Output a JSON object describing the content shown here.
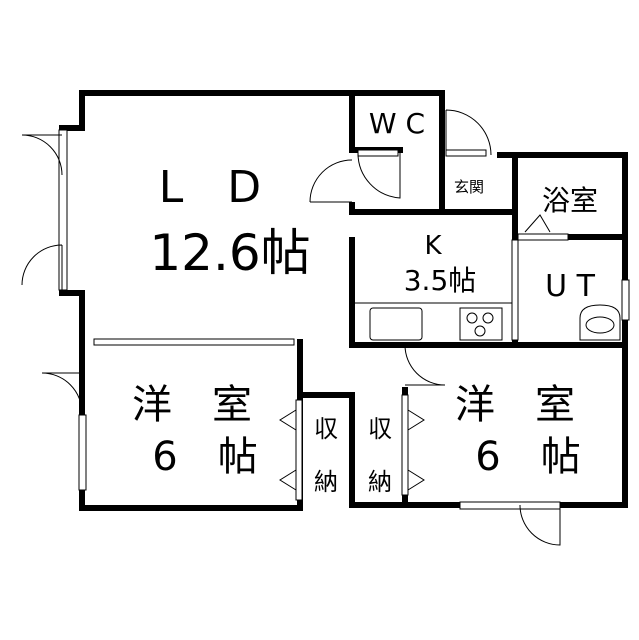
{
  "rooms": {
    "ld": {
      "name": "L　D",
      "size": "12.6帖"
    },
    "wc": {
      "name": "W C"
    },
    "entrance": {
      "name": "玄関"
    },
    "bath": {
      "name": "浴室"
    },
    "kitchen": {
      "name": "K",
      "size": "3.5帖"
    },
    "utility": {
      "name": "U T"
    },
    "bedroom_west": {
      "name": "洋　室",
      "size": "6　帖"
    },
    "storage_west": {
      "name_top": "収",
      "name_bottom": "納"
    },
    "storage_east": {
      "name_top": "収",
      "name_bottom": "納"
    },
    "bedroom_east": {
      "name": "洋　室",
      "size": "6　帖"
    }
  }
}
